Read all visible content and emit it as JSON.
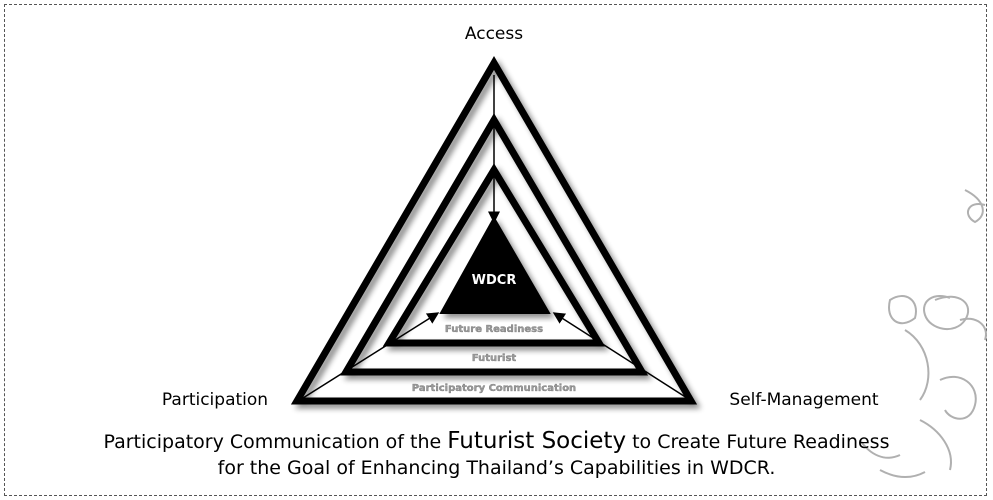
{
  "vertices": {
    "top": "Access",
    "left": "Participation",
    "right": "Self-Management"
  },
  "rings": [
    "Participatory Communication",
    "Futurist",
    "Future Readiness"
  ],
  "core": "WDCR",
  "caption": {
    "line1_before": "Participatory Communication of the ",
    "line1_emphasis": "Futurist Society",
    "line1_after": " to Create Future Readiness",
    "line2": "for the Goal of Enhancing Thailand’s Capabilities in WDCR."
  }
}
